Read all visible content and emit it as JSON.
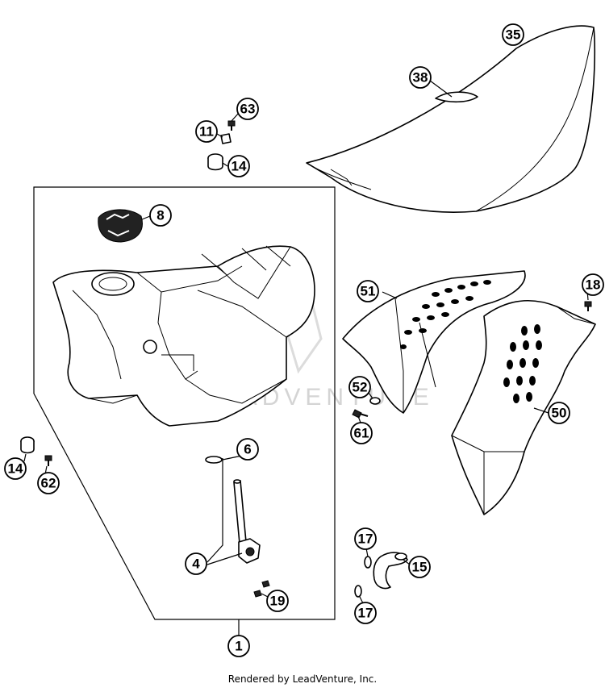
{
  "footer": {
    "text": "Rendered by LeadVenture, Inc."
  },
  "watermark": {
    "text": "LEADVENTURE"
  },
  "callouts": {
    "c35": "35",
    "c38": "38",
    "c63": "63",
    "c11": "11",
    "c14a": "14",
    "c8": "8",
    "c51": "51",
    "c18": "18",
    "c52": "52",
    "c61": "61",
    "c50": "50",
    "c6": "6",
    "c14b": "14",
    "c62": "62",
    "c4": "4",
    "c19": "19",
    "c17a": "17",
    "c15": "15",
    "c17b": "17",
    "c1": "1"
  }
}
